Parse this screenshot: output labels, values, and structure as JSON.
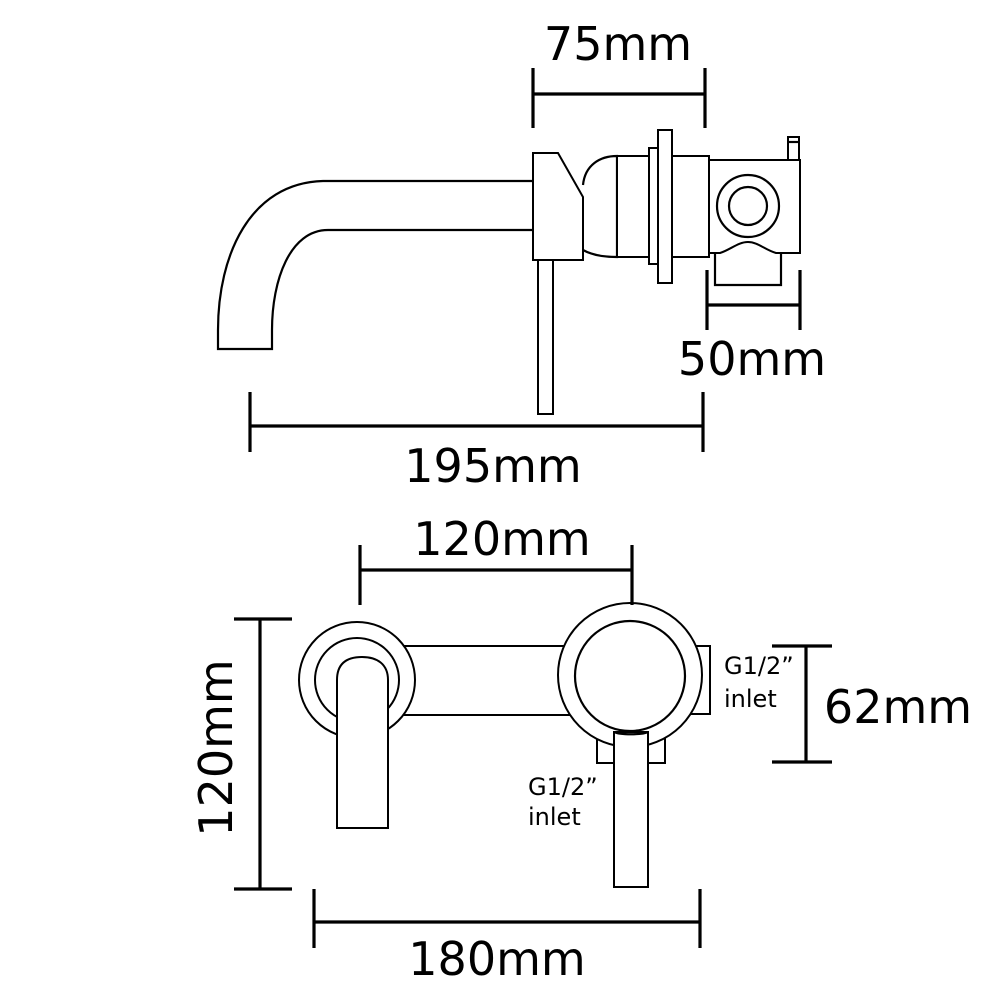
{
  "diagram": {
    "title": "Wall-mounted faucet dimension drawing",
    "colors": {
      "line": "#000000",
      "background": "#ffffff"
    },
    "side_view": {
      "dimensions": {
        "body_depth": "75mm",
        "inlet_width": "50mm",
        "total_projection": "195mm"
      }
    },
    "front_view": {
      "dimensions": {
        "center_distance": "120mm",
        "height": "120mm",
        "inlet_height": "62mm",
        "total_width": "180mm"
      },
      "labels": {
        "side_inlet_line1": "G1/2”",
        "side_inlet_line2": "inlet",
        "bottom_inlet_line1": "G1/2”",
        "bottom_inlet_line2": "inlet"
      }
    }
  }
}
